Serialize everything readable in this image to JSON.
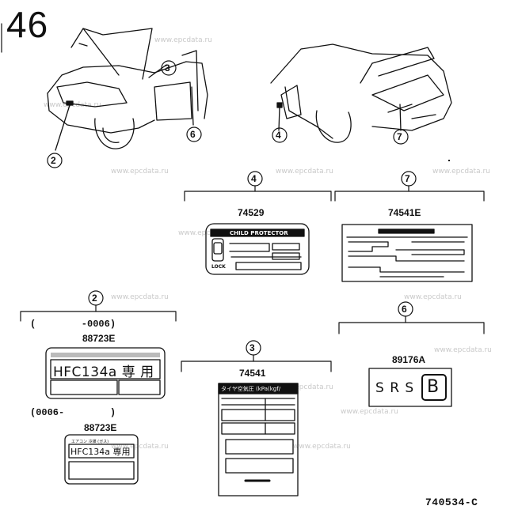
{
  "page": {
    "number": "46",
    "drawing_code": "740534-C"
  },
  "callouts": [
    "2",
    "3",
    "4",
    "6",
    "7"
  ],
  "watermark": "www.epcdata.ru",
  "parts": {
    "p4": {
      "callout": "4",
      "number": "74529",
      "label_text": "CHILD PROTECTOR",
      "lock_mark": "LOCK"
    },
    "p7": {
      "callout": "7",
      "number": "74541E"
    },
    "p2": {
      "callout": "2",
      "range_before": "(        -0006)",
      "number_before": "88723E",
      "text_before": "HFC134a 専 用",
      "range_after": "(0006-        )",
      "number_after": "88723E",
      "text_after": "HFC134a 専用",
      "small_top": "エアコン  冷媒 (ガス)"
    },
    "p3": {
      "callout": "3",
      "number": "74541",
      "label_header": "タイヤ空気圧 (kPa(kgf/"
    },
    "p6": {
      "callout": "6",
      "number": "89176A",
      "label_text": "S R S",
      "label_letter": "B"
    }
  }
}
